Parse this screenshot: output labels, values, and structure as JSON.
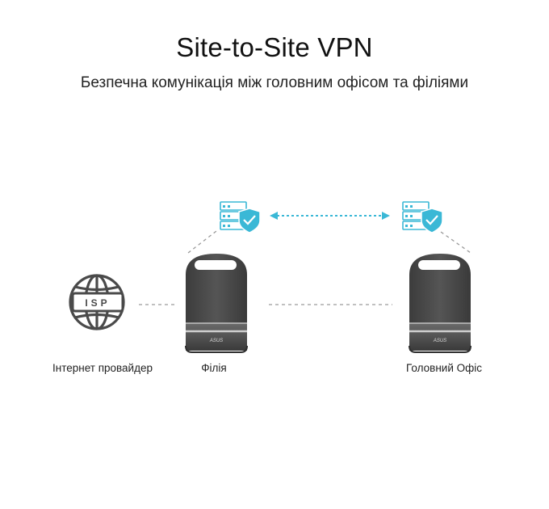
{
  "header": {
    "title": "Site-to-Site VPN",
    "subtitle": "Безпечна комунікація між головним офісом та філіями"
  },
  "nodes": {
    "isp": {
      "label": "Інтернет провайдер",
      "badge": "ISP",
      "icon": "globe-icon"
    },
    "branch": {
      "label": "Філія",
      "icon": "router-icon",
      "brand": "ASUS"
    },
    "hq": {
      "label": "Головний Офіс",
      "icon": "router-icon",
      "brand": "ASUS"
    }
  },
  "colors": {
    "accent": "#3ab8d6",
    "device": "#4a4a4a",
    "line": "#9a9a9a"
  }
}
